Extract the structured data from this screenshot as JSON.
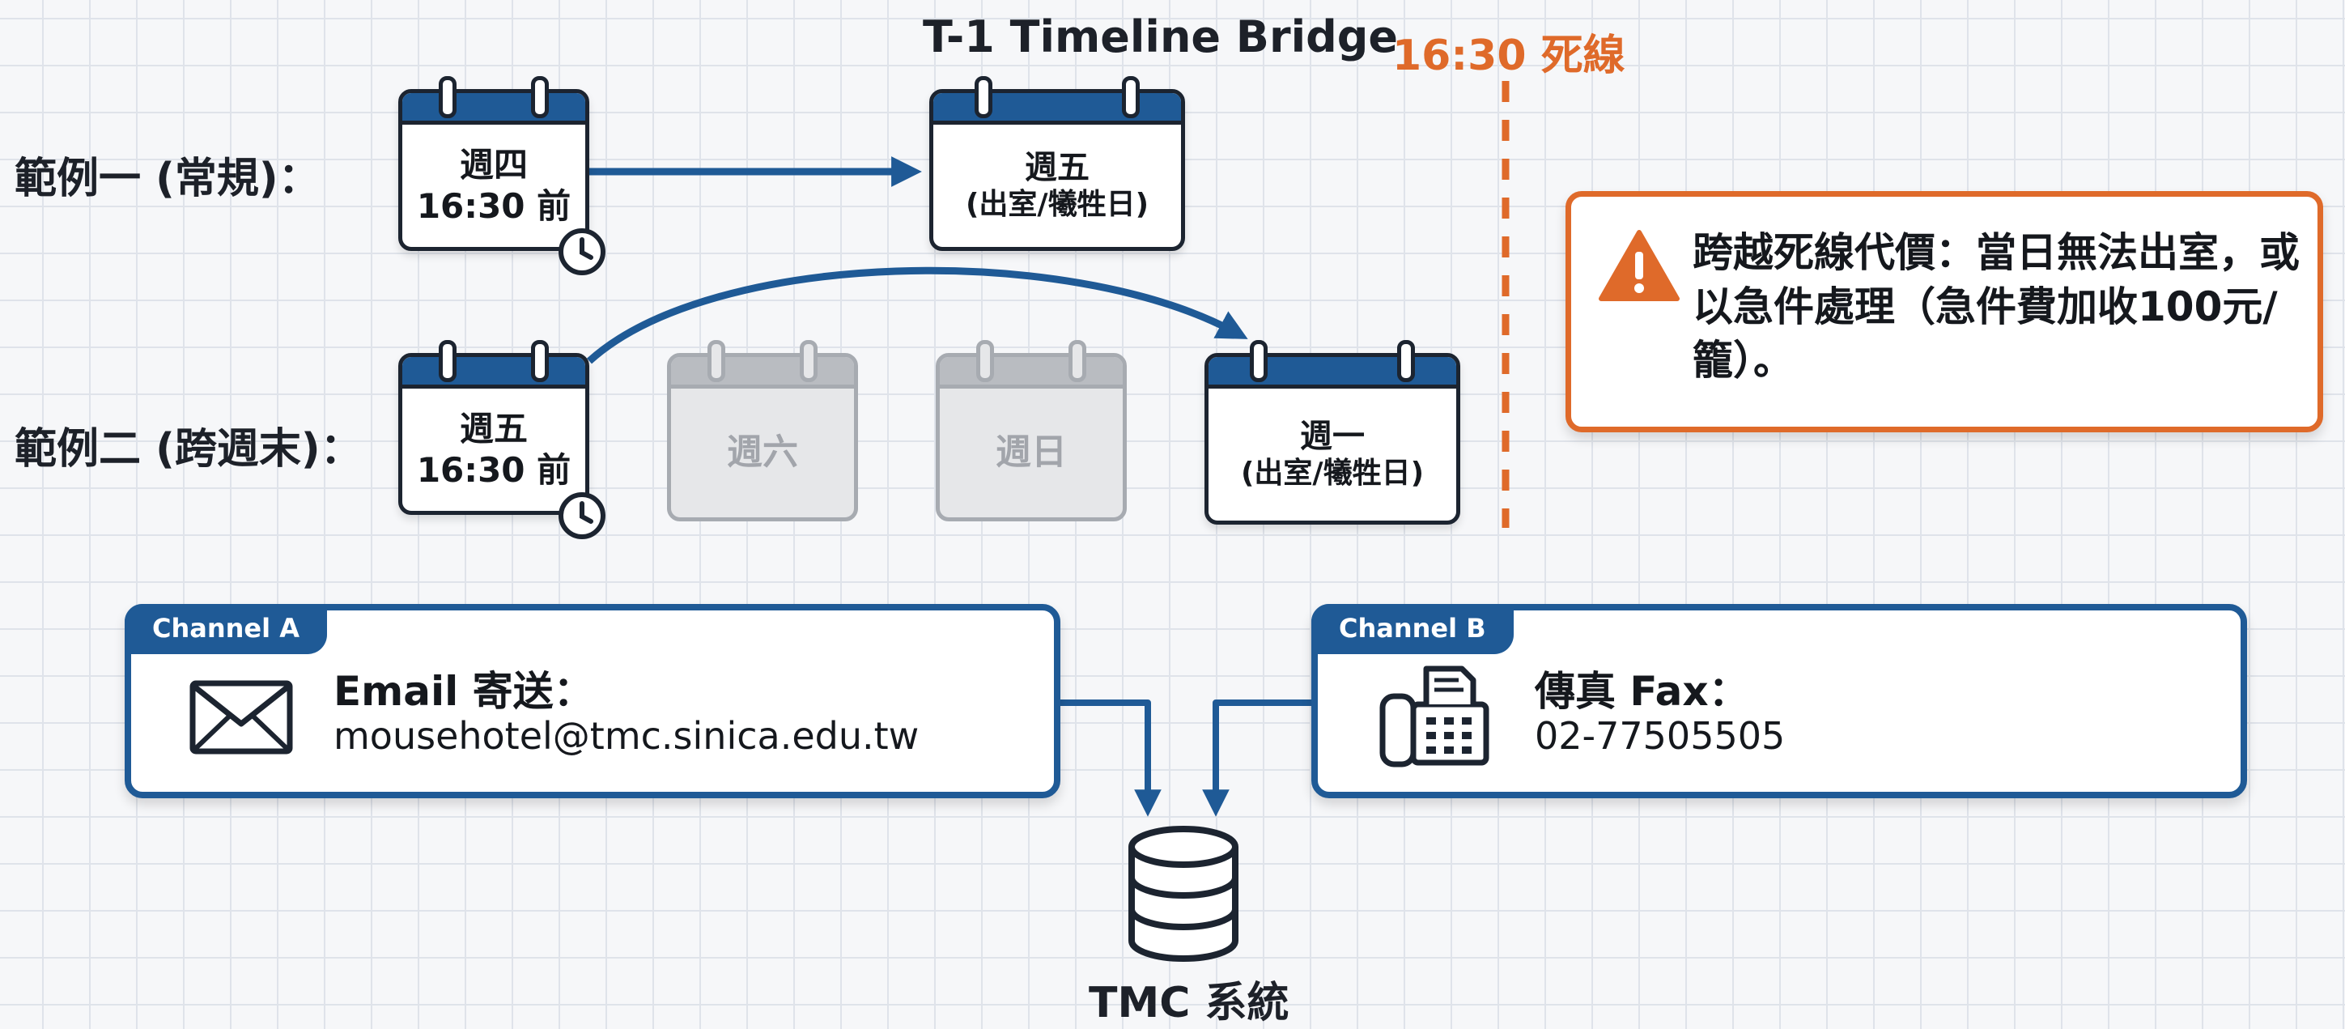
{
  "title": "T-1 Timeline Bridge",
  "deadline_label": "16:30 死線",
  "example1": {
    "label": "範例一 (常規)：",
    "from": {
      "line1": "週四",
      "line2": "16:30 前"
    },
    "to": {
      "line1": "週五",
      "line2": "(出室/犧牲日)"
    }
  },
  "example2": {
    "label": "範例二 (跨週末)：",
    "from": {
      "line1": "週五",
      "line2": "16:30 前"
    },
    "skipped": [
      "週六",
      "週日"
    ],
    "to": {
      "line1": "週一",
      "line2": "(出室/犧牲日)"
    }
  },
  "warning": {
    "text": "跨越死線代價：當日無法出室，或以急件處理（急件費加收100元/籠）。",
    "icon": "warning-triangle-icon"
  },
  "channel_a": {
    "tag": "Channel A",
    "title": "Email 寄送：",
    "value": "mousehotel@tmc.sinica.edu.tw",
    "icon": "envelope-icon"
  },
  "channel_b": {
    "tag": "Channel B",
    "title": "傳真 Fax：",
    "value": "02-77505505",
    "icon": "fax-machine-icon"
  },
  "destination": {
    "label": "TMC 系統",
    "icon": "database-icon"
  },
  "colors": {
    "primary_blue": "#1f5a96",
    "deadline_orange": "#df6a2a",
    "muted_grey": "#b9bcc1"
  }
}
